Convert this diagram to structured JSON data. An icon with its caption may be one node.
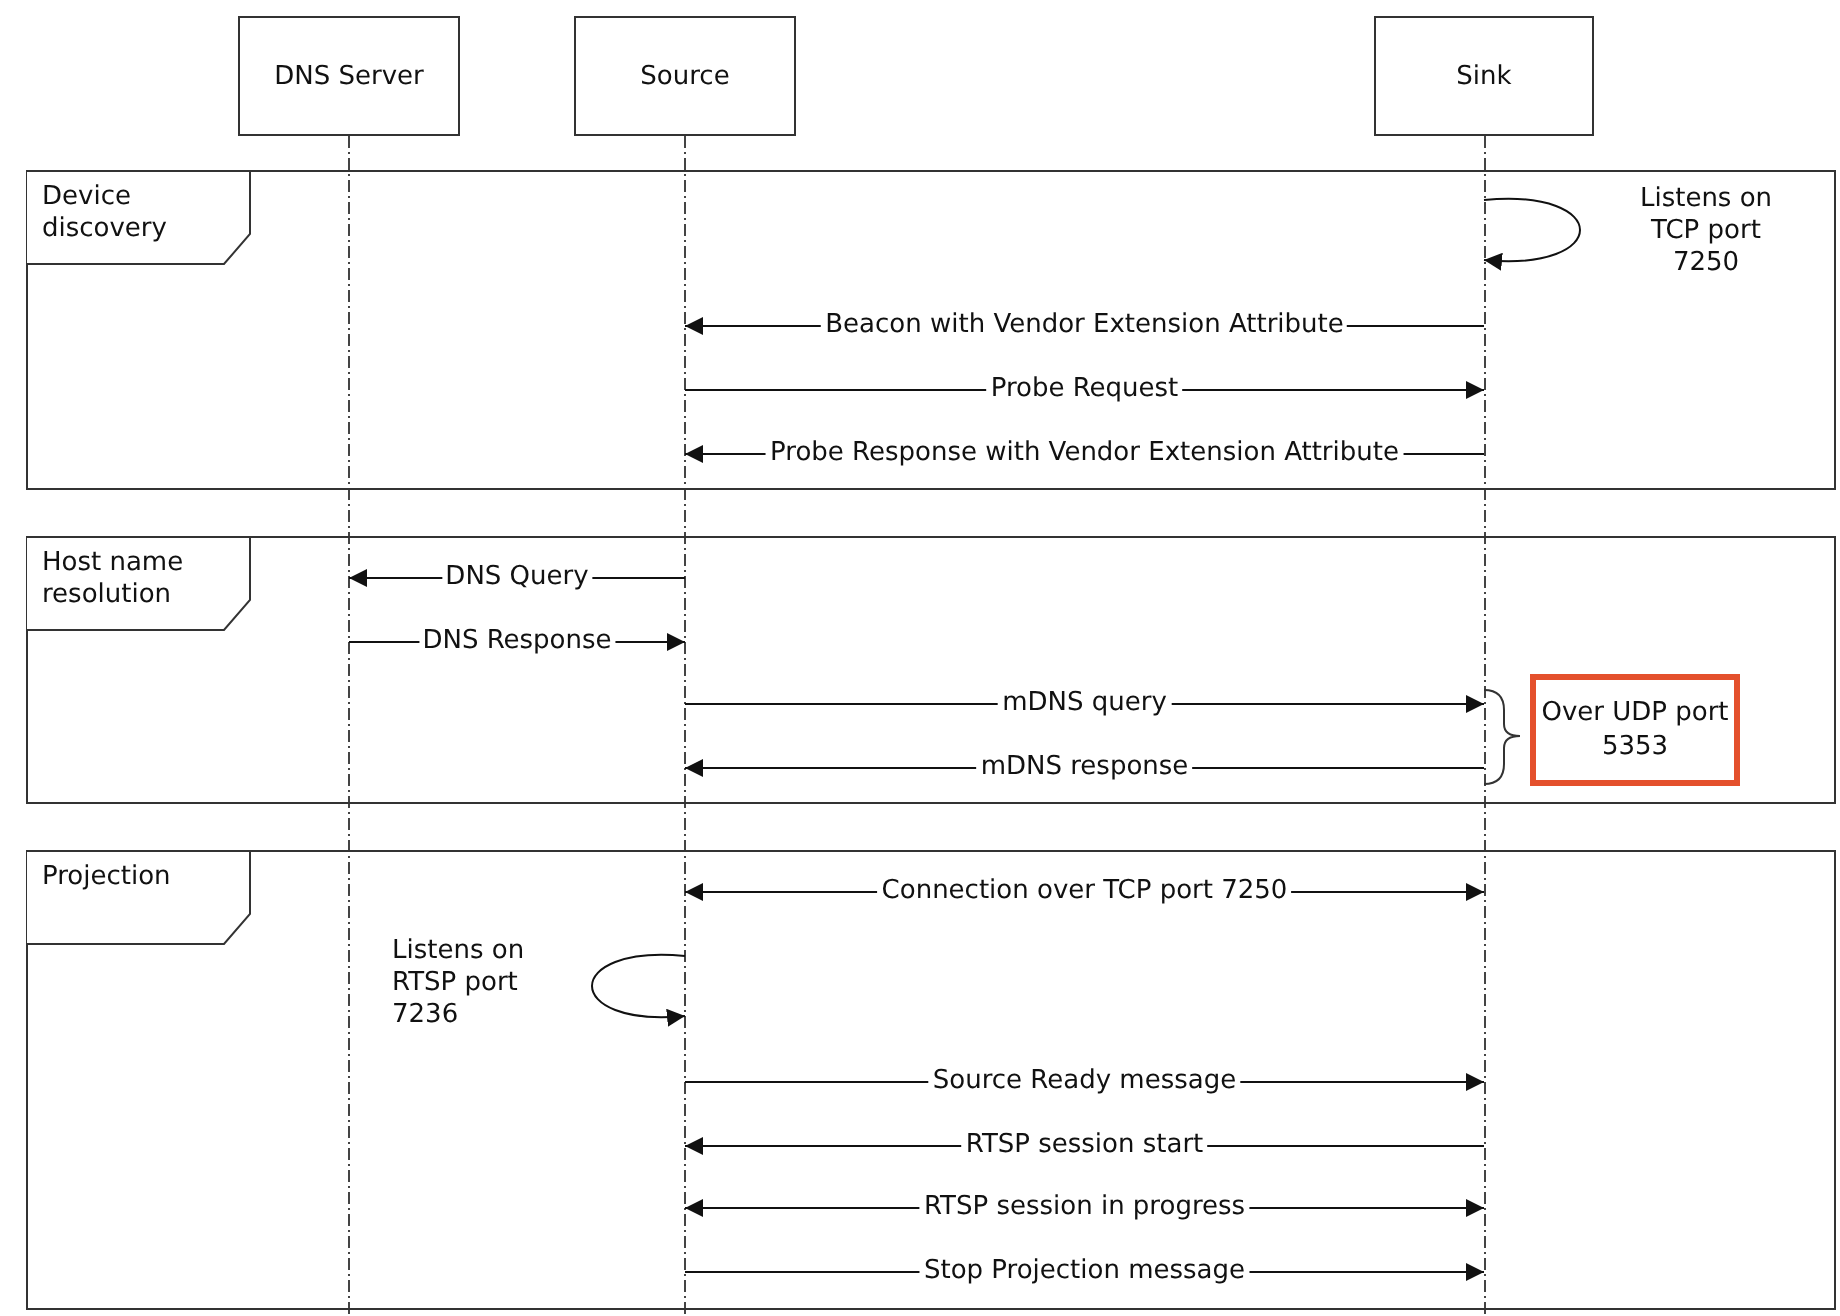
{
  "diagram": {
    "nodes": [
      {
        "text": [
          "DNS Server"
        ]
      },
      {
        "text": [
          "Source"
        ]
      },
      {
        "text": [
          "Sink"
        ]
      },
      {
        "text": [
          "Device discovery"
        ]
      },
      {
        "text": [
          "Host name resolution"
        ]
      },
      {
        "text": [
          "Projection"
        ]
      },
      {
        "text": [
          "Over UDP port 5353"
        ]
      }
    ],
    "edges": [
      {
        "from": 2,
        "to": 2,
        "arrow": "to",
        "label": "Listens on TCP port 7250"
      },
      {
        "from": 2,
        "to": 1,
        "arrow": "to",
        "label": "Beacon with Vendor Extension Attribute"
      },
      {
        "from": 1,
        "to": 2,
        "arrow": "to",
        "label": "Probe Request"
      },
      {
        "from": 2,
        "to": 1,
        "arrow": "to",
        "label": "Probe Response with Vendor Extension Attribute"
      },
      {
        "from": 1,
        "to": 0,
        "arrow": "to",
        "label": "DNS Query"
      },
      {
        "from": 0,
        "to": 1,
        "arrow": "to",
        "label": "DNS Response"
      },
      {
        "from": 1,
        "to": 2,
        "arrow": "to",
        "label": "mDNS query"
      },
      {
        "from": 2,
        "to": 1,
        "arrow": "to",
        "label": "mDNS response"
      },
      {
        "from": 1,
        "to": 2,
        "arrow": "both",
        "label": "Connection over TCP port 7250"
      },
      {
        "from": 1,
        "to": 1,
        "arrow": "to",
        "label": "Listens on RTSP port 7236"
      },
      {
        "from": 1,
        "to": 2,
        "arrow": "to",
        "label": "Source Ready message"
      },
      {
        "from": 2,
        "to": 1,
        "arrow": "to",
        "label": "RTSP session start"
      },
      {
        "from": 1,
        "to": 2,
        "arrow": "both",
        "label": "RTSP session in progress"
      },
      {
        "from": 1,
        "to": 2,
        "arrow": "to",
        "label": "Stop Projection message"
      }
    ]
  }
}
